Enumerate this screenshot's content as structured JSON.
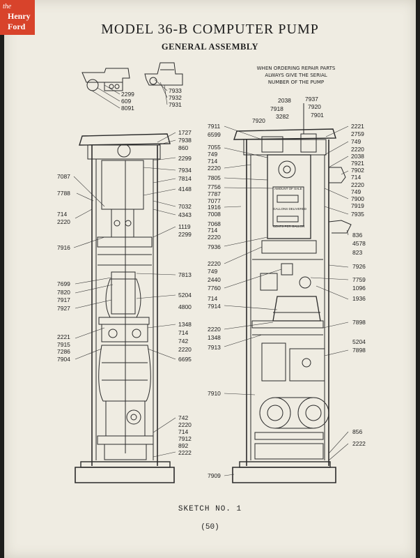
{
  "logo": {
    "line1": "the",
    "line2": "Henry",
    "line3": "Ford",
    "color": "#d8432b"
  },
  "title": "MODEL 36-B COMPUTER PUMP",
  "subtitle": "GENERAL ASSEMBLY",
  "note": [
    "WHEN ORDERING REPAIR PARTS",
    "ALWAYS GIVE THE SERIAL",
    "NUMBER OF THE PUMP"
  ],
  "sketch_label": "SKETCH NO. 1",
  "page_number": "(50)",
  "meter_face": {
    "amount_label": "AMOUNT OF SALE",
    "gallons_label": "GALLONS DELIVERED",
    "price_label": "CENTS PER GALLON"
  },
  "callouts": {
    "top_left_detail": [
      "2299",
      "609",
      "8091"
    ],
    "top_mid_detail": [
      "7933",
      "7932",
      "7931"
    ],
    "left_unit_left": [
      "7087",
      "7788",
      "714",
      "2220",
      "7916",
      "7699",
      "7820",
      "7917",
      "7927",
      "2221",
      "7915",
      "7286",
      "7904"
    ],
    "left_unit_right": [
      "1727",
      "7938",
      "860",
      "2299",
      "7934",
      "7814",
      "4148",
      "7032",
      "4343",
      "1119",
      "2299",
      "7813",
      "5204",
      "4800",
      "1348",
      "714",
      "742",
      "2220",
      "6695",
      "742",
      "2220",
      "714",
      "7912",
      "892",
      "2222"
    ],
    "right_unit_top": [
      "2038",
      "7937",
      "7918",
      "7920",
      "3282",
      "7920",
      "7901"
    ],
    "right_unit_left": [
      "7911",
      "6599",
      "7055",
      "749",
      "714",
      "2220",
      "7805",
      "7756",
      "7787",
      "7077",
      "1916",
      "7008",
      "7068",
      "714",
      "2220",
      "7936",
      "2220",
      "749",
      "2440",
      "7760",
      "714",
      "7914",
      "2220",
      "1348",
      "7913",
      "7910",
      "7909"
    ],
    "right_unit_right": [
      "2221",
      "2759",
      "749",
      "2220",
      "2038",
      "7921",
      "7902",
      "714",
      "2220",
      "749",
      "7900",
      "7919",
      "7935",
      "836",
      "4578",
      "823",
      "7926",
      "7759",
      "1096",
      "1936",
      "7898",
      "5204",
      "7898",
      "856",
      "2222"
    ]
  }
}
